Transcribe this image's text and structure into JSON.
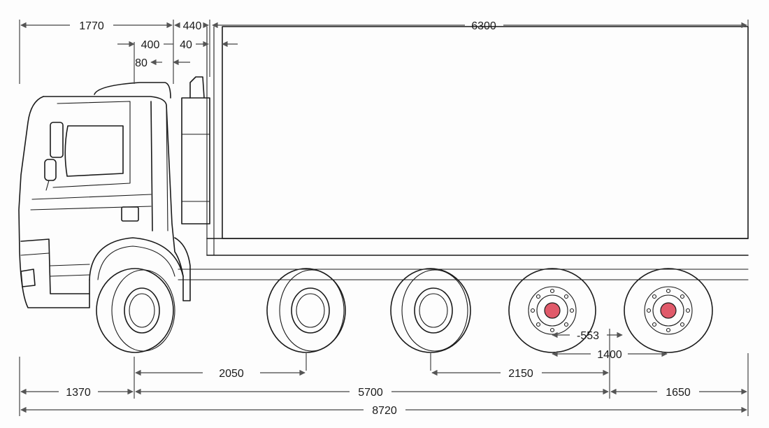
{
  "diagram": {
    "type": "truck side-view dimension drawing",
    "colors": {
      "line": "#1a1a1a",
      "arrow": "#555555",
      "hub": "#e05a6a"
    },
    "dimensions": {
      "cab_length": "1770",
      "cab_gap": "440",
      "body_length": "6300",
      "front_400": "400",
      "front_40": "40",
      "front_80": "80",
      "axle_1_2": "2050",
      "axle_3_4": "2150",
      "rear_offset": "-553",
      "tandem_1400": "1400",
      "front_overhang": "1370",
      "wheelbase": "5700",
      "rear_overhang": "1650",
      "overall_length": "8720"
    }
  }
}
